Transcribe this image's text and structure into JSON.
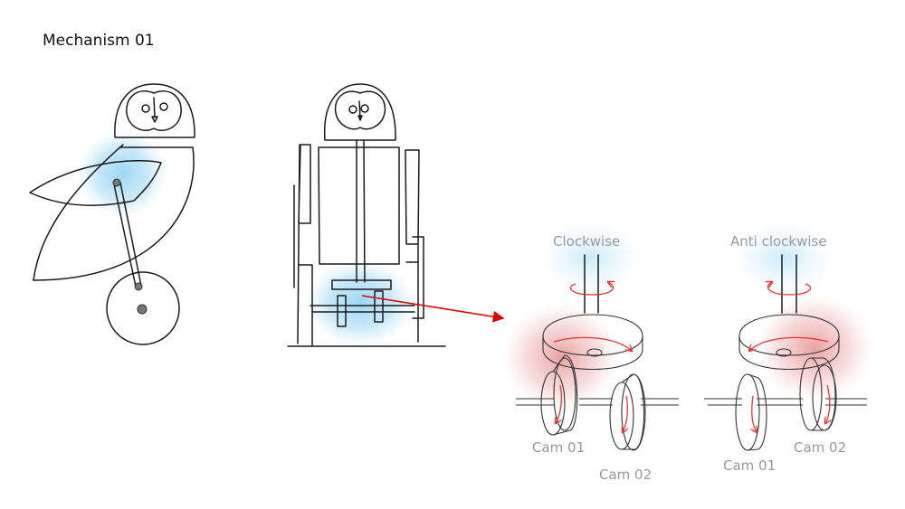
{
  "title": "Mechanism 01",
  "labels": {
    "clockwise": "Clockwise",
    "anti_clockwise": "Anti clockwise",
    "cw_cam1": "Cam 01",
    "cw_cam2": "Cam 02",
    "acw_cam1": "Cam 01",
    "acw_cam2": "Cam 02"
  },
  "colors": {
    "highlight_blue": "#8fd3f4",
    "highlight_red": "#e89a9a",
    "arrow": "#e00000"
  }
}
